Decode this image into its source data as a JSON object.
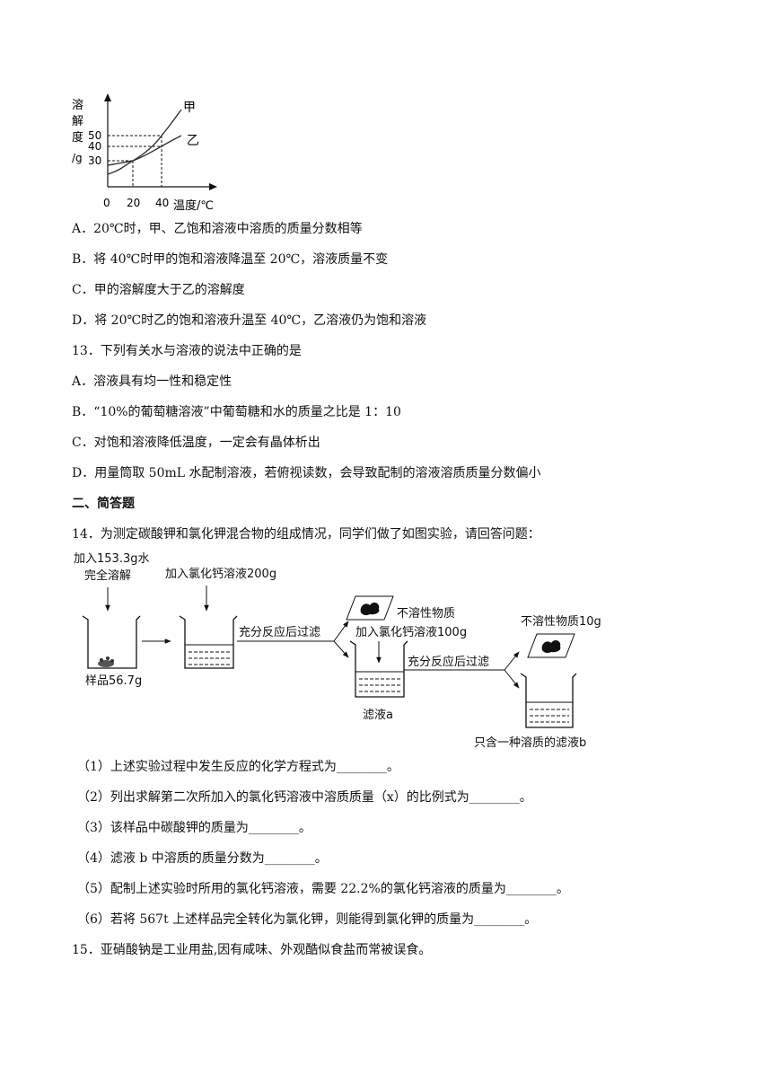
{
  "graph": {
    "ylabel_chars": [
      "溶",
      "解",
      "度",
      "/g"
    ],
    "y_ticks": [
      "50",
      "40",
      "30"
    ],
    "x_ticks": [
      "0",
      "20",
      "40"
    ],
    "xlabel": "温度/℃",
    "series": [
      "甲",
      "乙"
    ]
  },
  "q12_options": [
    "A．20℃时，甲、乙饱和溶液中溶质的质量分数相等",
    "B．将 40℃时甲的饱和溶液降温至 20℃，溶液质量不变",
    "C．甲的溶解度大于乙的溶解度",
    "D．将 20℃时乙的饱和溶液升温至 40℃，乙溶液仍为饱和溶液"
  ],
  "q13": {
    "stem": "13．下列有关水与溶液的说法中正确的是",
    "options": [
      "A．溶液具有均一性和稳定性",
      "B．“10%的葡萄糖溶液”中葡萄糖和水的质量之比是 1：10",
      "C．对饱和溶液降低温度，一定会有晶体析出",
      "D．用量筒取 50mL 水配制溶液，若俯视读数，会导致配制的溶液溶质质量分数偏小"
    ]
  },
  "section_title": "二、简答题",
  "q14": {
    "stem": "14．为测定碳酸钾和氯化钾混合物的组成情况，同学们做了如图实验，请回答问题：",
    "diagram": {
      "add_water_1": "加入153.3g水",
      "add_water_2": "完全溶解",
      "sample": "样品56.7g",
      "add_cacl2_200": "加入氯化钙溶液200g",
      "react_filter_1": "充分反应后过滤",
      "insoluble_1": "不溶性物质",
      "add_cacl2_100": "加入氯化钙溶液100g",
      "filtrate_a": "滤液a",
      "react_filter_2": "充分反应后过滤",
      "insoluble_2": "不溶性物质10g",
      "filtrate_b": "只含一种溶质的滤液b"
    },
    "subs": [
      "（1）上述实验过程中发生反应的化学方程式为________。",
      "（2）列出求解第二次所加入的氯化钙溶液中溶质质量（x）的比例式为________。",
      "（3）该样品中碳酸钾的质量为________。",
      "（4）滤液 b 中溶质的质量分数为________。",
      "（5）配制上述实验时所用的氯化钙溶液，需要 22.2%的氯化钙溶液的质量为________。",
      "（6）若将 567t 上述样品完全转化为氯化钾，则能得到氯化钾的质量为________。"
    ]
  },
  "q15": {
    "stem": "15．亚硝酸钠是工业用盐,因有咸味、外观酷似食盐而常被误食。"
  }
}
